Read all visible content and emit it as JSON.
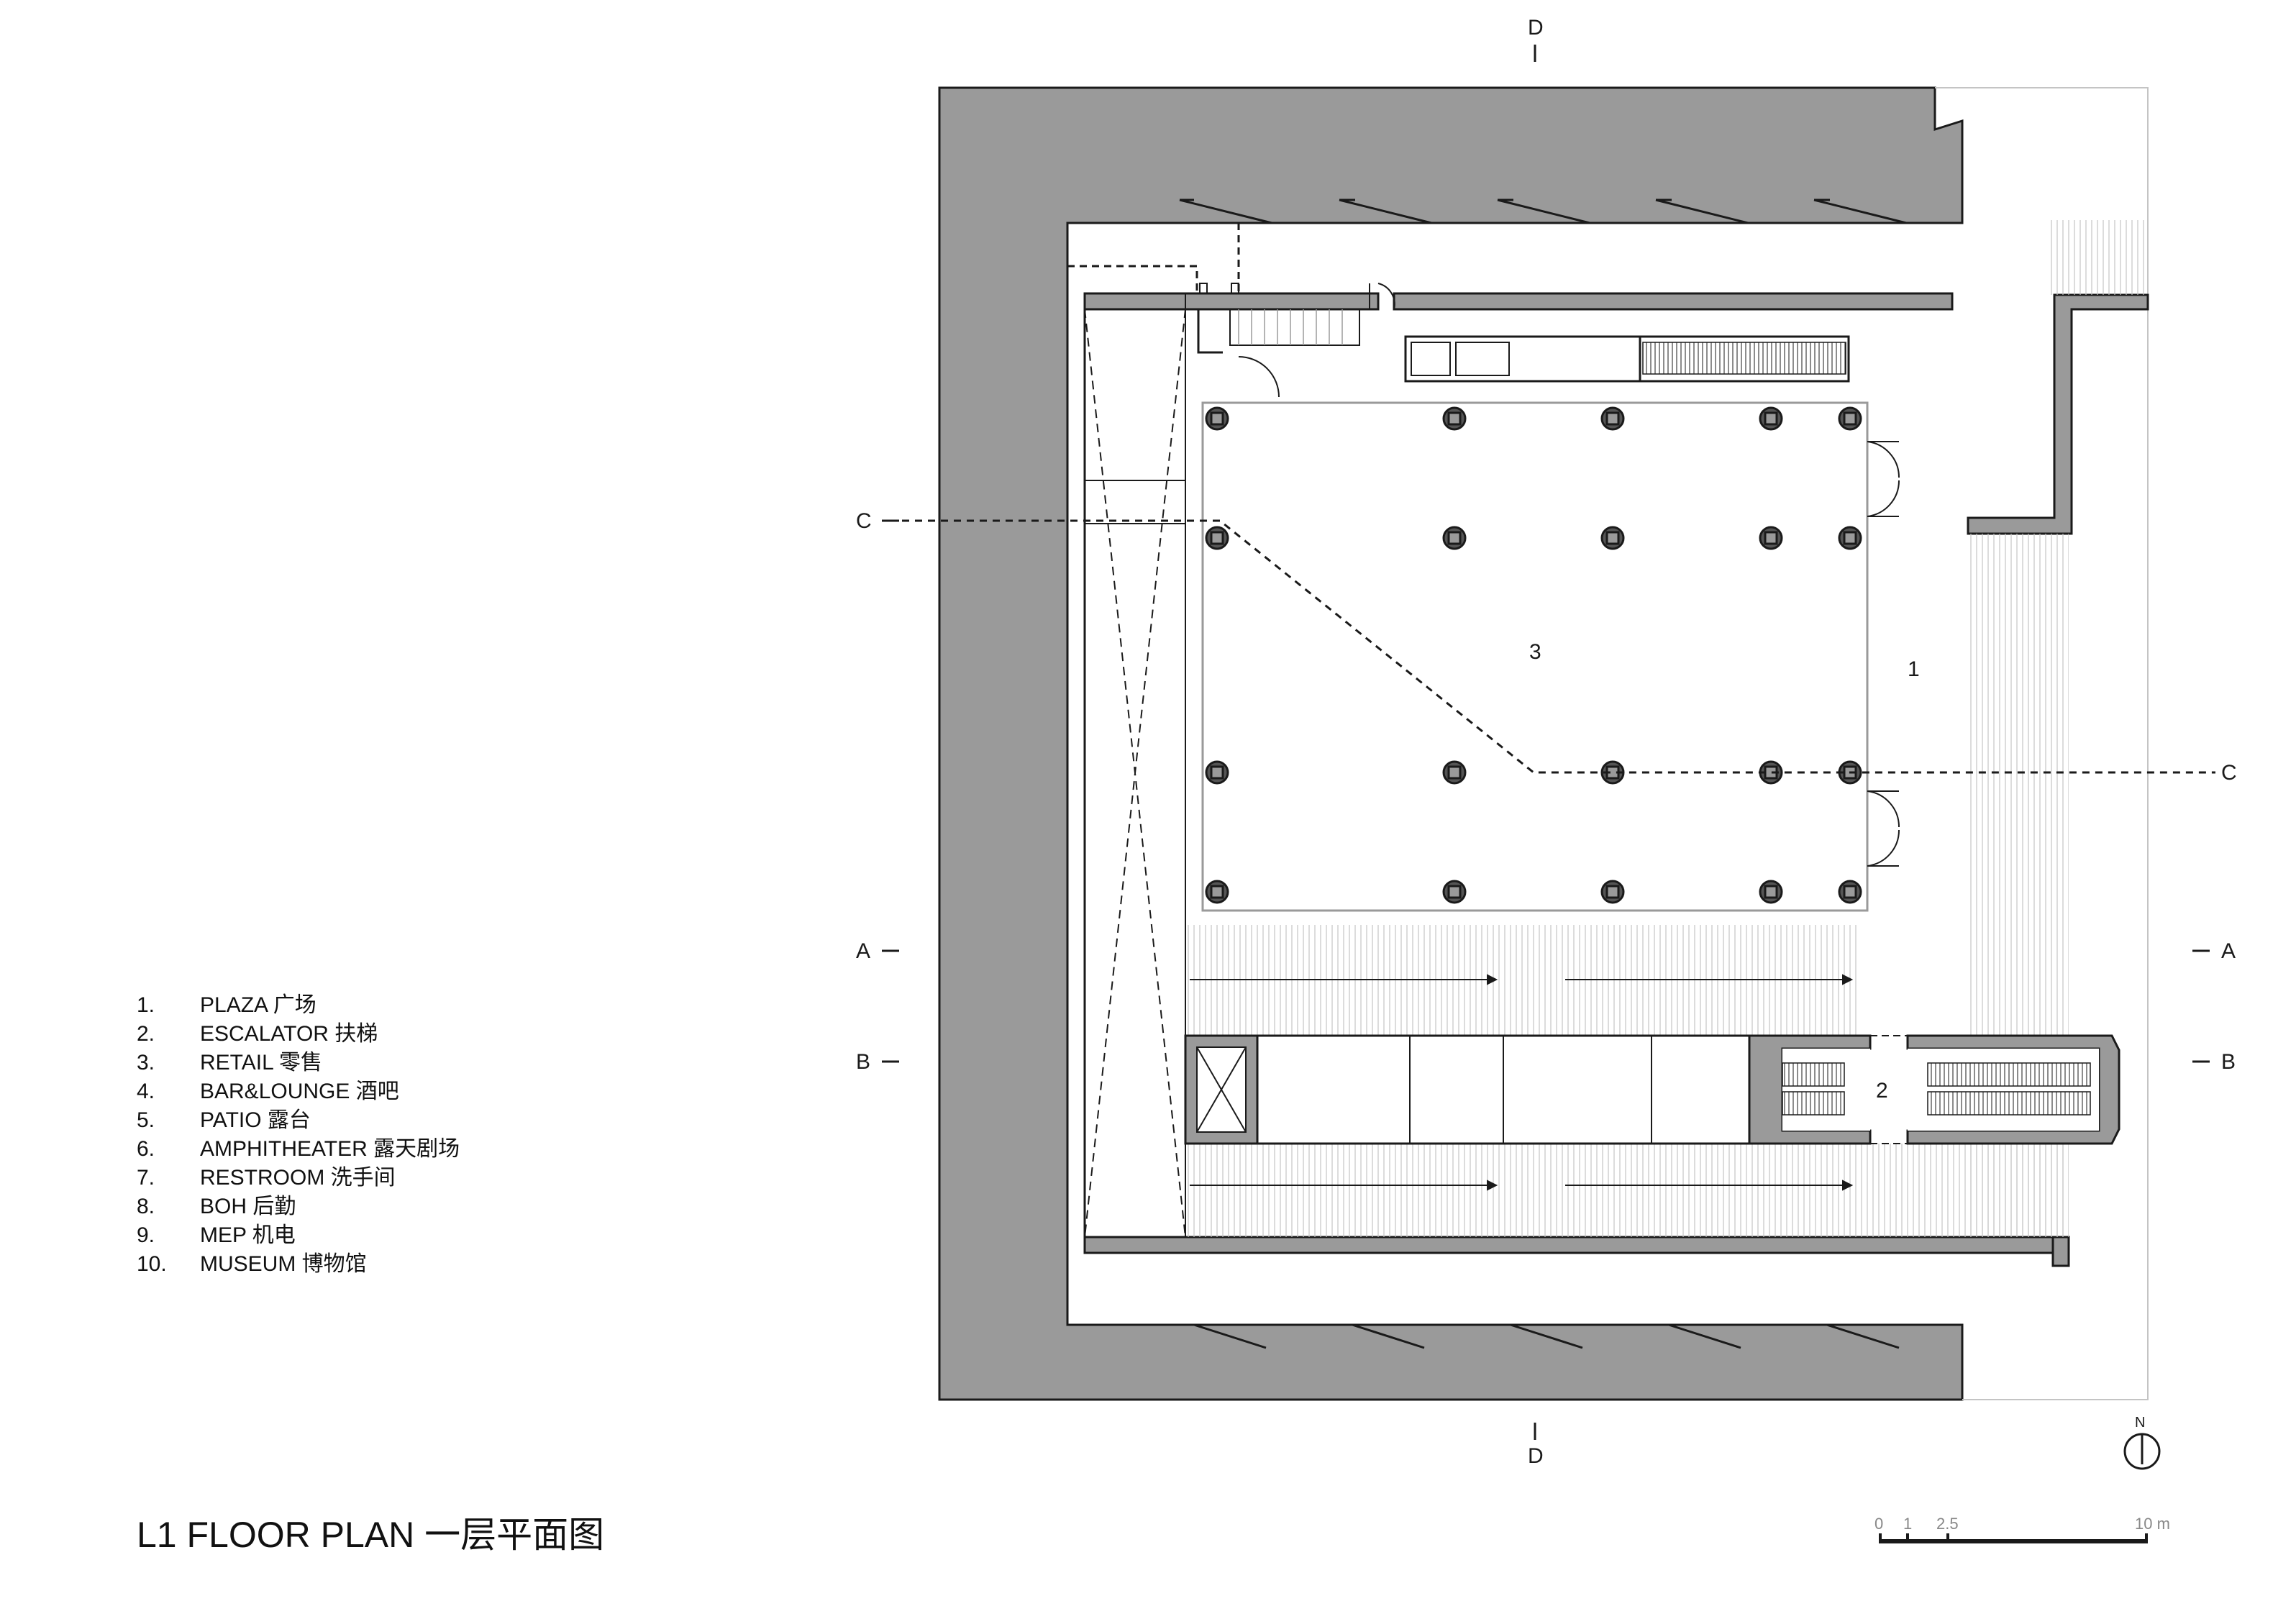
{
  "title": "L1 FLOOR PLAN  一层平面图",
  "legend": [
    {
      "num": "1.",
      "label": "PLAZA 广场"
    },
    {
      "num": "2.",
      "label": "ESCALATOR  扶梯"
    },
    {
      "num": "3.",
      "label": "RETAIL  零售"
    },
    {
      "num": "4.",
      "label": "BAR&LOUNGE  酒吧"
    },
    {
      "num": "5.",
      "label": "PATIO  露台"
    },
    {
      "num": "6.",
      "label": "AMPHITHEATER  露天剧场"
    },
    {
      "num": "7.",
      "label": "RESTROOM  洗手间"
    },
    {
      "num": "8.",
      "label": "BOH  后勤"
    },
    {
      "num": "9.",
      "label": "MEP  机电"
    },
    {
      "num": "10.",
      "label": "MUSEUM  博物馆"
    }
  ],
  "section_markers": {
    "a": "A",
    "b": "B",
    "c": "C",
    "d": "D"
  },
  "room_tags": {
    "plaza": "1",
    "escalator": "2",
    "retail": "3"
  },
  "north_label": "N",
  "scale_bar": {
    "ticks": [
      "0",
      "1",
      "2.5",
      "10 m"
    ]
  },
  "colors": {
    "wall_fill": "#9a9a9a",
    "line": "#1a1a1a",
    "light_line": "#9a9a9a",
    "hatch": "#c4c4c4"
  }
}
